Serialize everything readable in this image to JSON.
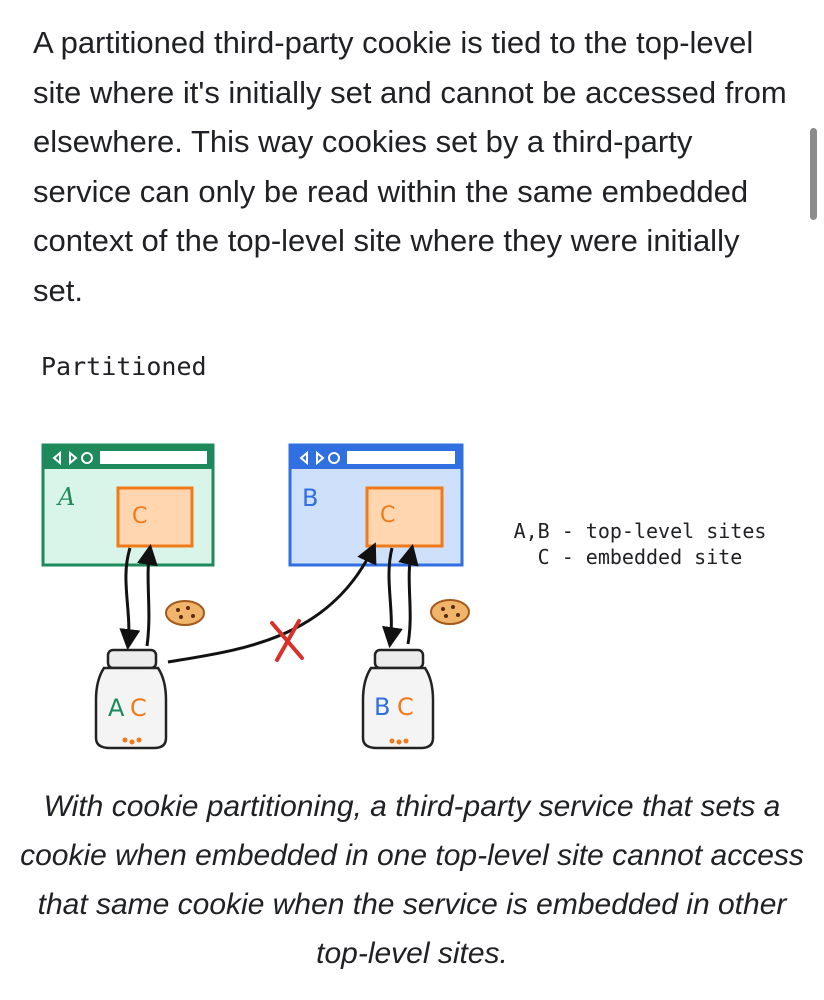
{
  "article": {
    "intro": "A partitioned third-party cookie is tied to the top-level site where it's initially set and cannot be accessed from elsewhere. This way cookies set by a third-party service can only be read within the same embedded context of the top-level site where they were initially set.",
    "section_label": "Partitioned",
    "caption": "With cookie partitioning, a third-party service that sets a cookie when embedded in one top-level site cannot access that same cookie when the service is embedded in other top-level sites."
  },
  "diagram": {
    "site_a_label": "A",
    "site_b_label": "B",
    "embed_label": "C",
    "jar_ac_first": "A",
    "jar_ac_second": "C",
    "jar_bc_first": "B",
    "jar_bc_second": "C",
    "legend_line1": "A,B - top-level sites",
    "legend_line2": "C - embedded site",
    "colors": {
      "site_a_border": "#1e8a5c",
      "site_a_fill": "#d9f5e9",
      "site_b_border": "#2f6fe0",
      "site_b_fill": "#cfe0fb",
      "embed_border": "#f07a1a",
      "embed_fill": "#ffd6b0",
      "blocked_x": "#d9302b"
    }
  }
}
